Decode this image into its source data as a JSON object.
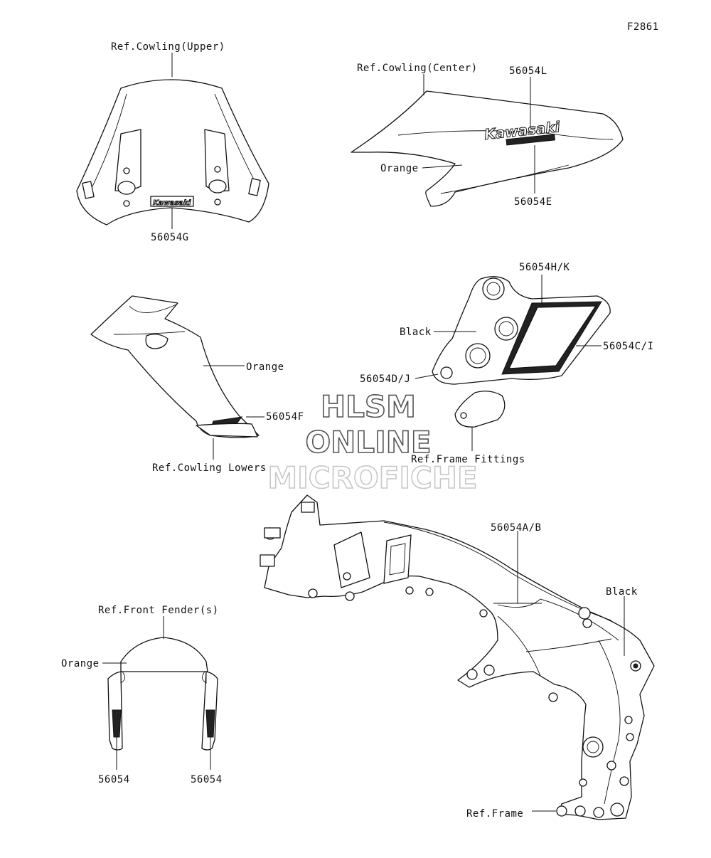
{
  "figure_code": "F2861",
  "labels": {
    "cowling_upper": "Ref.Cowling(Upper)",
    "cowling_center": "Ref.Cowling(Center)",
    "part_56054L": "56054L",
    "part_56054E": "56054E",
    "orange_center": "Orange",
    "part_56054G": "56054G",
    "part_56054HK": "56054H/K",
    "black_fittings": "Black",
    "part_56054CI": "56054C/I",
    "part_56054DJ": "56054D/J",
    "frame_fittings": "Ref.Frame Fittings",
    "orange_lower": "Orange",
    "part_56054F": "56054F",
    "cowling_lowers": "Ref.Cowling Lowers",
    "part_56054AB": "56054A/B",
    "black_frame": "Black",
    "front_fender": "Ref.Front Fender(s)",
    "orange_fender": "Orange",
    "part_56054_left": "56054",
    "part_56054_right": "56054",
    "frame": "Ref.Frame"
  },
  "watermark": {
    "line1": "HLSM",
    "line2": "ONLINE",
    "line3": "MICROFICHE"
  },
  "decal_text": {
    "brand_large": "Kawasaki",
    "brand_small": "Kawasaki"
  }
}
